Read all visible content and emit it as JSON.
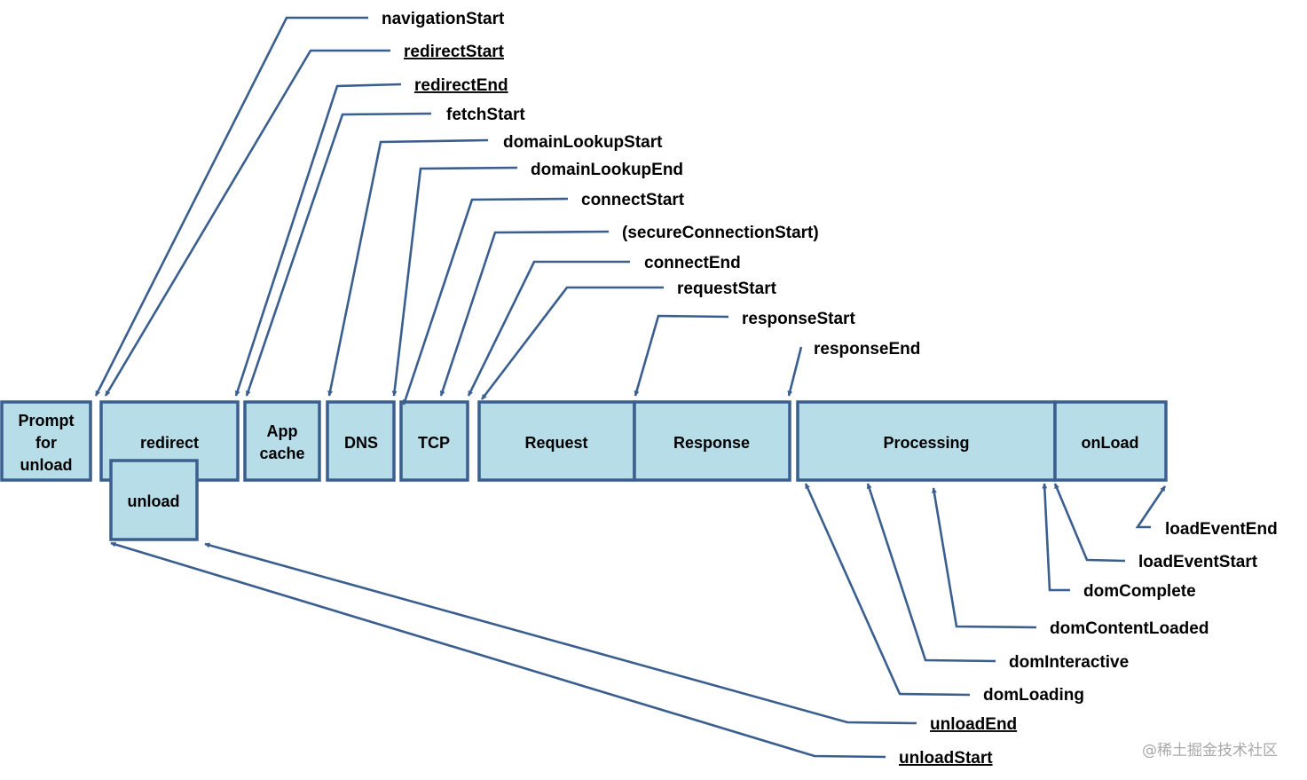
{
  "boxes": {
    "prompt_for_unload": [
      "Prompt",
      "for",
      "unload"
    ],
    "redirect": "redirect",
    "unload": "unload",
    "app_cache": [
      "App",
      "cache"
    ],
    "dns": "DNS",
    "tcp": "TCP",
    "request": "Request",
    "response": "Response",
    "processing": "Processing",
    "onload": "onLoad"
  },
  "events": {
    "navigationStart": "navigationStart",
    "redirectStart": "redirectStart",
    "redirectEnd": "redirectEnd",
    "fetchStart": "fetchStart",
    "domainLookupStart": "domainLookupStart",
    "domainLookupEnd": "domainLookupEnd",
    "connectStart": "connectStart",
    "secureConnectionStart": "(secureConnectionStart)",
    "connectEnd": "connectEnd",
    "requestStart": "requestStart",
    "responseStart": "responseStart",
    "responseEnd": "responseEnd",
    "loadEventEnd": "loadEventEnd",
    "loadEventStart": "loadEventStart",
    "domComplete": "domComplete",
    "domContentLoaded": "domContentLoaded",
    "domInteractive": "domInteractive",
    "domLoading": "domLoading",
    "unloadEnd": "unloadEnd",
    "unloadStart": "unloadStart"
  },
  "watermark": "@稀土掘金技术社区",
  "colors": {
    "box_fill": "#b7dde8",
    "box_stroke": "#3a5f8f",
    "line": "#3a5f8f",
    "text": "#000000",
    "watermark": "#a8a8a8"
  }
}
